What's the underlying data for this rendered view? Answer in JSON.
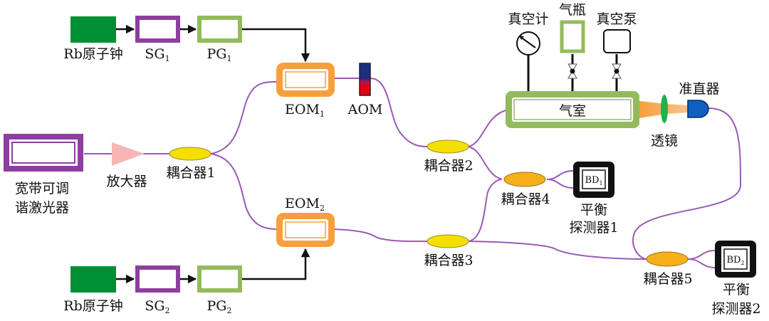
{
  "diagram": {
    "title": "",
    "colors": {
      "fiber": "#9b59b6",
      "rb_clock": "#008f35",
      "sg": "#8e3ea0",
      "pg": "#93bb5c",
      "eom": "#f6a03d",
      "coupler_yellow": "#f3e000",
      "coupler_orange": "#f5b01a",
      "laser": "#8e3ea0",
      "amplifier": "#f7b6b6",
      "gas_cell": "#93bb5c",
      "lens": "#1eb34a",
      "collimator": "#1060c0",
      "aom_top": "#1a2f80",
      "aom_bottom": "#e00010",
      "detector": "#111111"
    },
    "labels": {
      "laser_line1": "宽带可调",
      "laser_line2": "谐激光器",
      "amplifier": "放大器",
      "coupler1": "耦合器1",
      "coupler2": "耦合器2",
      "coupler3": "耦合器3",
      "coupler4": "耦合器4",
      "coupler5": "耦合器5",
      "rb_clock_1": "Rb原子钟",
      "rb_clock_2": "Rb原子钟",
      "sg1": "SG",
      "sg1_sub": "1",
      "sg2": "SG",
      "sg2_sub": "2",
      "pg1": "PG",
      "pg1_sub": "1",
      "pg2": "PG",
      "pg2_sub": "2",
      "eom1": "EOM",
      "eom1_sub": "1",
      "eom2": "EOM",
      "eom2_sub": "2",
      "aom": "AOM",
      "vacuum_gauge": "真空计",
      "gas_bottle": "气瓶",
      "vacuum_pump": "真空泵",
      "gas_cell": "气室",
      "lens": "透镜",
      "collimator": "准直器",
      "bd1": "BD",
      "bd1_sub": "1",
      "bd2": "BD",
      "bd2_sub": "2",
      "detector1_line1": "平衡",
      "detector1_line2": "探测器1",
      "detector2_line1": "平衡",
      "detector2_line2": "探测器2"
    }
  }
}
